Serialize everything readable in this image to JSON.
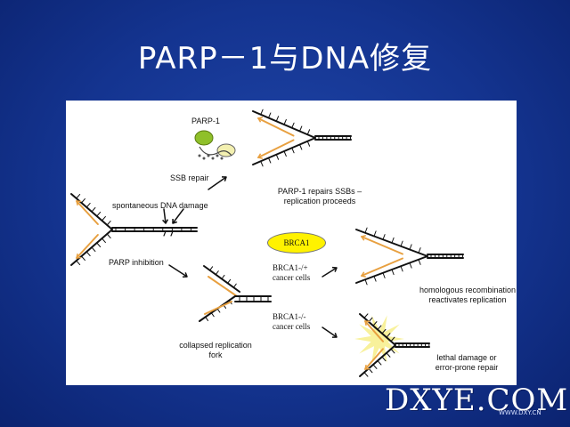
{
  "slide": {
    "title": "PARP－1与DNA修复"
  },
  "figure": {
    "labels": {
      "parp1": "PARP-1",
      "ssb_repair": "SSB repair",
      "parp1_repairs_line1": "PARP-1 repairs SSBs –",
      "parp1_repairs_line2": "replication proceeds",
      "spontaneous_damage": "spontaneous DNA damage",
      "parp_inhibition": "PARP inhibition",
      "brca1": "BRCA1",
      "brca1_het_line1": "BRCA1-/+",
      "brca1_het_line2": "cancer cells",
      "brca1_null_line1": "BRCA1-/-",
      "brca1_null_line2": "cancer cells",
      "hr_line1": "homologous recombination",
      "hr_line2": "reactivates replication",
      "collapsed_line1": "collapsed replication",
      "collapsed_line2": "fork",
      "lethal_line1": "lethal damage or",
      "lethal_line2": "error-prone repair"
    },
    "colors": {
      "dna_strand": "#111111",
      "new_strand": "#e8a040",
      "parp_protein": "#8fc02a",
      "brca_oval": "#fff200",
      "damage_burst": "#f7ef90"
    }
  },
  "watermark": {
    "text": "DXYE.COM",
    "sub": "WWW.DXY.CN"
  }
}
